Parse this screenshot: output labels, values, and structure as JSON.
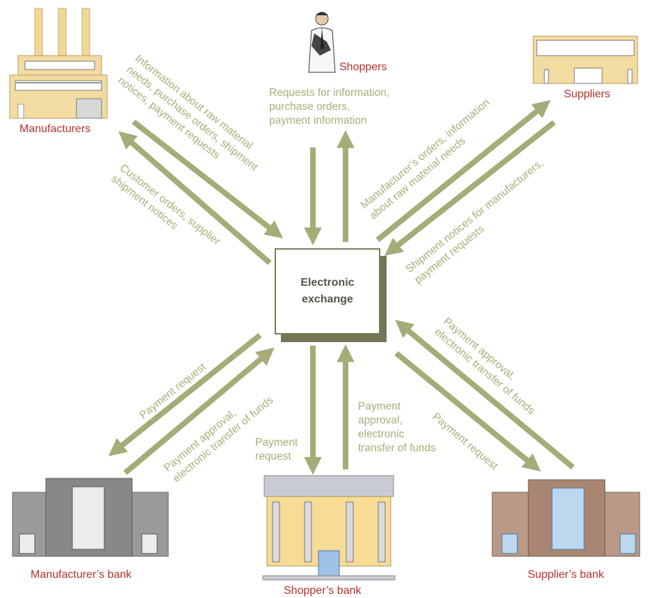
{
  "center": {
    "line1": "Electronic",
    "line2": "exchange"
  },
  "nodes": {
    "manufacturers": "Manufacturers",
    "shoppers": "Shoppers",
    "suppliers": "Suppliers",
    "manufacturers_bank": "Manufacturer’s  bank",
    "shoppers_bank": "Shopper’s  bank",
    "suppliers_bank": "Supplier’s bank"
  },
  "flows": {
    "mfr_to_exchange": [
      "Information about raw material",
      "needs, purchase orders, shipment",
      "notices, payment requests"
    ],
    "exchange_to_mfr": [
      "Customer orders, supplier",
      "shipment notices"
    ],
    "shoppers": [
      "Requests for information,",
      "purchase orders,",
      "payment information"
    ],
    "exchange_to_supplier": [
      "Manufacturer’s orders, information",
      "about raw material needs"
    ],
    "supplier_to_exchange": [
      "Shipment notices for manufacturers,",
      "payment requests"
    ],
    "exchange_to_mfr_bank": [
      "Payment request"
    ],
    "mfr_bank_to_exchange": [
      "Payment approval,",
      "electronic transfer of funds"
    ],
    "exchange_to_shopper_bank": [
      "Payment",
      "request"
    ],
    "shopper_bank_to_exchange": [
      "Payment",
      "approval,",
      "electronic",
      "transfer of funds"
    ],
    "supplier_bank_to_exchange": [
      "Payment approval,",
      "electronic transfer of funds"
    ],
    "exchange_to_supplier_bank": [
      "Payment request"
    ]
  },
  "colors": {
    "arrow": "#a6ab77",
    "node_label": "#b5302a",
    "flow_label": "#a8ae78",
    "box_shadow": "#747456"
  }
}
